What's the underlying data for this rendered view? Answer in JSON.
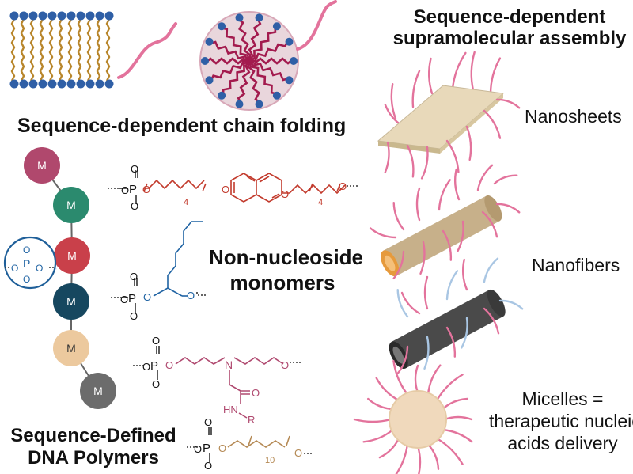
{
  "headings": {
    "assembly_line1": "Sequence-dependent",
    "assembly_line2": "supramolecular assembly",
    "chain_folding": "Sequence-dependent chain folding",
    "non_nucleoside_line1": "Non-nucleoside",
    "non_nucleoside_line2": "monomers",
    "dna_polymers_line1": "Sequence-Defined",
    "dna_polymers_line2": "DNA Polymers"
  },
  "assemblies": {
    "nanosheets": "Nanosheets",
    "nanofibers": "Nanofibers",
    "micelles_line1": "Micelles =",
    "micelles_line2": "therapeutic nucleic",
    "micelles_line3": "acids delivery"
  },
  "chain": {
    "monomer_label": "M",
    "bead_colors": [
      "#b0486d",
      "#2b8a6e",
      "#c9404a",
      "#16475f",
      "#ecc99e",
      "#6c6c6c"
    ]
  },
  "chemistry": {
    "phosphorus": "P",
    "oxygen": "O",
    "nitrogen": "N",
    "amide_nh": "HN",
    "r_group": "R",
    "subscript_4": "4",
    "subscript_10": "10"
  },
  "colors": {
    "pink": "#e3739c",
    "lipid_tail": "#b8862b",
    "head_blue": "#2f5fa6",
    "micelle_body": "#a31b4e",
    "sheet": "#e8d9ba",
    "fiber": "#c7b08a",
    "chem_red": "#c23a2c",
    "chem_tan": "#b58a55",
    "chem_blue": "#1f63a3"
  }
}
